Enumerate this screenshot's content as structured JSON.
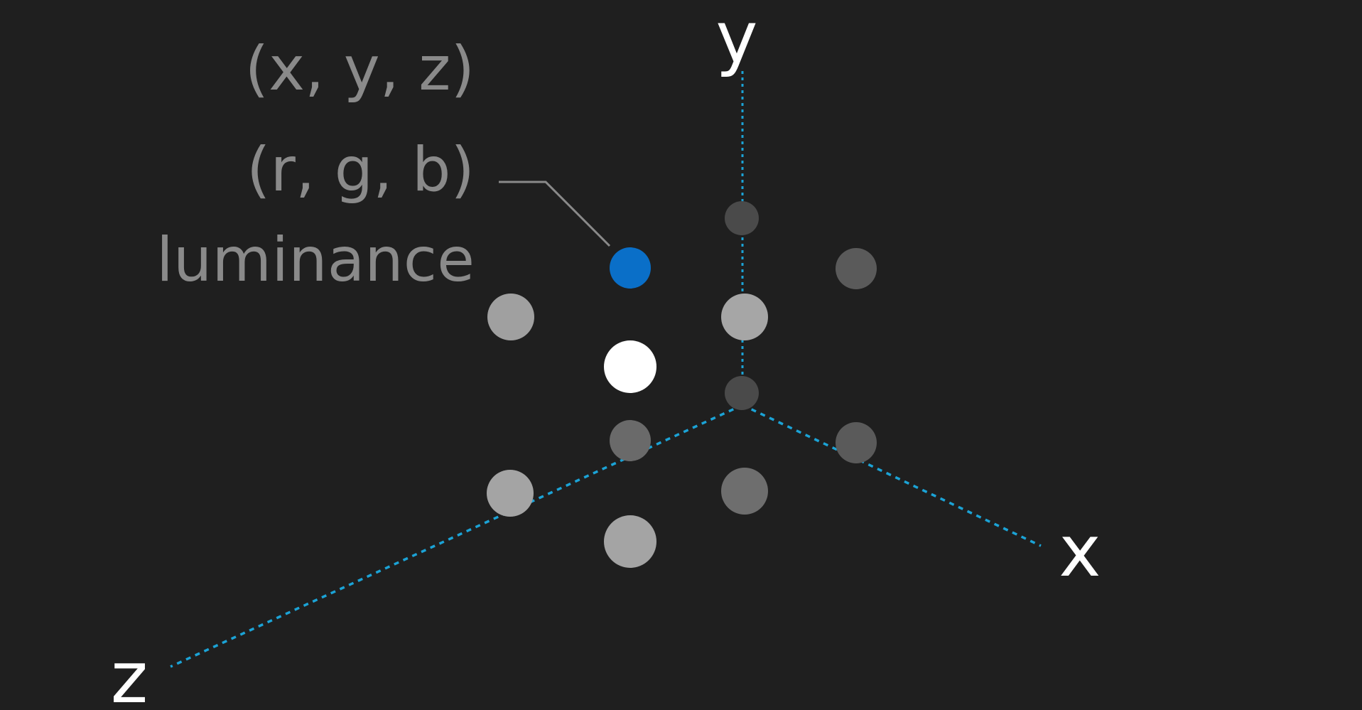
{
  "labels": {
    "position": "(x, y, z)",
    "color": "(r, g, b)",
    "luminance": "luminance"
  },
  "axes": {
    "x": "x",
    "y": "y",
    "z": "z"
  },
  "colors": {
    "background": "#1f1f1f",
    "axis": "#1ba3d6",
    "axis_label": "#ffffff",
    "label_text": "#8a8a8a",
    "highlight_point": "#0a6fc8"
  },
  "points": [
    {
      "name": "point-back-top",
      "color": "#4a4a4a"
    },
    {
      "name": "point-highlight-blue",
      "color": "#0a6fc8"
    },
    {
      "name": "point-right-top",
      "color": "#5a5a5a"
    },
    {
      "name": "point-left-upper",
      "color": "#a0a0a0"
    },
    {
      "name": "point-center-upper",
      "color": "#a6a6a6"
    },
    {
      "name": "point-white",
      "color": "#ffffff"
    },
    {
      "name": "point-origin",
      "color": "#4a4a4a"
    },
    {
      "name": "point-center-mid",
      "color": "#6a6a6a"
    },
    {
      "name": "point-right-mid",
      "color": "#5a5a5a"
    },
    {
      "name": "point-left-lower",
      "color": "#a4a4a4"
    },
    {
      "name": "point-center-lower",
      "color": "#6e6e6e"
    },
    {
      "name": "point-bottom",
      "color": "#a4a4a4"
    }
  ]
}
